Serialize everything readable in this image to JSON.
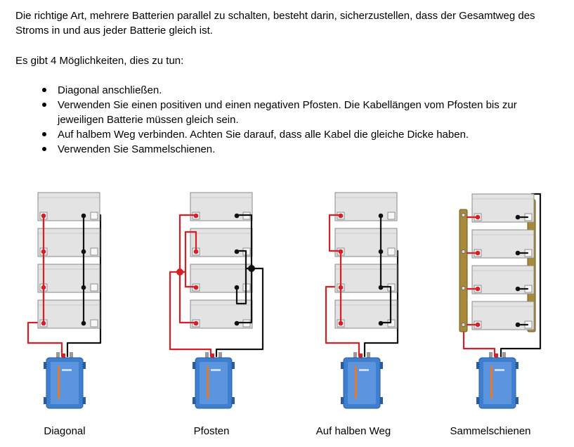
{
  "intro": {
    "paragraph": "Die richtige Art, mehrere Batterien parallel zu schalten, besteht darin, sicherzustellen, dass der Gesamtweg des Stroms in und aus jeder Batterie gleich ist.",
    "lead": "Es gibt 4 Möglichkeiten, dies zu tun:"
  },
  "points": [
    "Diagonal anschließen.",
    "Verwenden Sie einen positiven und einen negativen Pfosten. Die Kabellängen vom Pfosten bis zur jeweiligen Batterie müssen gleich sein.",
    "Auf halbem Weg verbinden. Achten Sie darauf, dass alle Kabel die gleiche Dicke haben.",
    "Verwenden Sie Sammelschienen."
  ],
  "captions": {
    "diagonal": "Diagonal",
    "pfosten": "Pfosten",
    "halbweg": "Auf halben Weg",
    "sammel": "Sammelschienen"
  },
  "colors": {
    "positive": "#d91f26",
    "negative": "#111111",
    "battery": "#e3e3e3",
    "inverter": "#3f7fd0",
    "busbar": "#a68a3a"
  }
}
